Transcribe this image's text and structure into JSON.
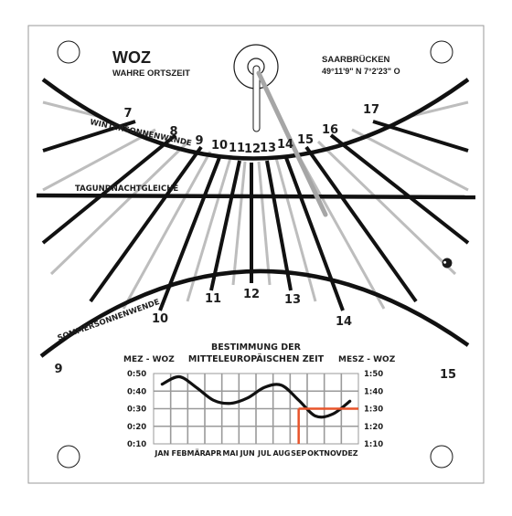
{
  "header": {
    "title": "WOZ",
    "subtitle": "WAHRE ORTSZEIT",
    "location": "SAARBRÜCKEN",
    "coordinates": "49°11'9\" N   7°2'23\" O"
  },
  "curves": {
    "winter": "WINTERSONNENWENDE",
    "equinox": "TAGUNDNACHTGLEICHE",
    "summer": "SOMMERSONNENWENDE"
  },
  "hour_labels": {
    "upper": [
      "7",
      "8",
      "9",
      "10",
      "11",
      "12",
      "13",
      "14",
      "15",
      "16",
      "17"
    ],
    "lower": [
      "9",
      "10",
      "11",
      "12",
      "13",
      "14",
      "15"
    ]
  },
  "eot_chart": {
    "title_line1": "BESTIMMUNG DER",
    "title_line2": "MITTELEUROPÄISCHEN ZEIT",
    "left_label": "MEZ - WOZ",
    "right_label": "MESZ - WOZ",
    "left_ticks": [
      "0:50",
      "0:40",
      "0:30",
      "0:20",
      "0:10"
    ],
    "right_ticks": [
      "1:50",
      "1:40",
      "1:30",
      "1:20",
      "1:10"
    ],
    "months": [
      "JAN",
      "FEB",
      "MÄR",
      "APR",
      "MAI",
      "JUN",
      "JUL",
      "AUG",
      "SEP",
      "OKT",
      "NOV",
      "DEZ"
    ]
  },
  "colors": {
    "ink": "#111111",
    "grey_line": "#bdbdbd",
    "panel_border": "#9a9a9a",
    "accent_orange": "#e8542a",
    "gnomon": "#a6a6a6"
  },
  "chart_data": {
    "type": "line",
    "x": [
      "JAN",
      "FEB",
      "MÄR",
      "APR",
      "MAI",
      "JUN",
      "JUL",
      "AUG",
      "SEP",
      "OKT",
      "NOV",
      "DEZ"
    ],
    "series": [
      {
        "values": [
          0.73,
          0.8,
          0.7,
          0.58,
          0.55,
          0.6,
          0.7,
          0.72,
          0.58,
          0.43,
          0.45,
          0.57
        ]
      }
    ],
    "ylim": [
      0.17,
      0.83
    ],
    "y_unit_left": "MEZ - WOZ",
    "y_unit_right": "MESZ - WOZ",
    "marker": {
      "x": "SEP",
      "y_left": "0:30",
      "y_right": "1:30"
    }
  }
}
